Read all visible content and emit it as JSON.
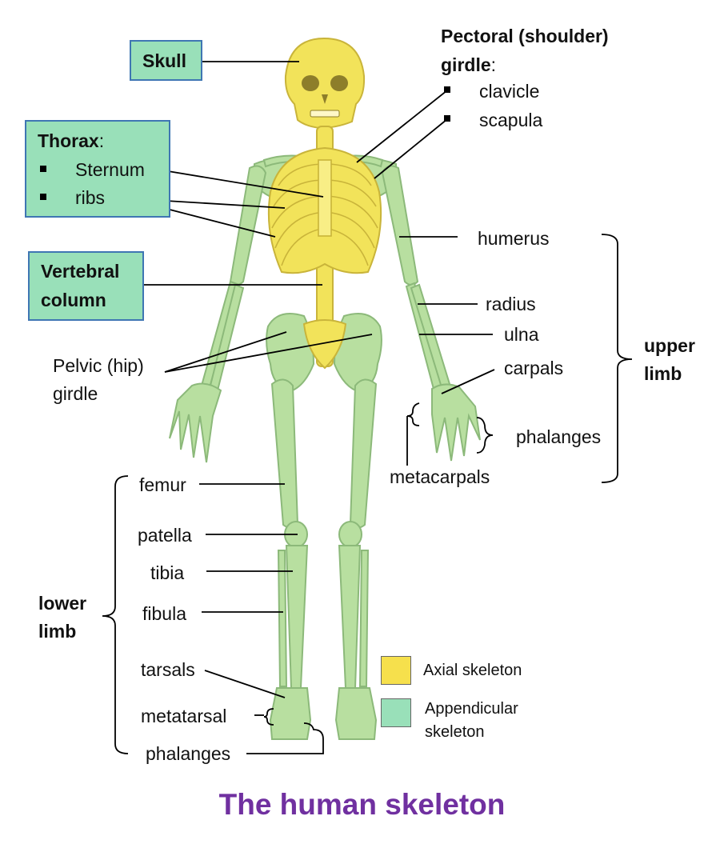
{
  "axial_labels": {
    "skull": "Skull",
    "thorax_title": "Thorax",
    "thorax_colon": ":",
    "sternum": "Sternum",
    "ribs": "ribs",
    "vertebral_line1": "Vertebral",
    "vertebral_line2": "column"
  },
  "pectoral": {
    "title_line1": "Pectoral (shoulder)",
    "title_line2": "girdle",
    "colon": ":",
    "clavicle": "clavicle",
    "scapula": "scapula"
  },
  "upper_limb": {
    "humerus": "humerus",
    "radius": "radius",
    "ulna": "ulna",
    "carpals": "carpals",
    "phalanges": "phalanges",
    "metacarpals": "metacarpals",
    "group_line1": "upper",
    "group_line2": "limb"
  },
  "pelvic": {
    "line1": "Pelvic (hip)",
    "line2": "girdle"
  },
  "lower_limb": {
    "femur": "femur",
    "patella": "patella",
    "tibia": "tibia",
    "fibula": "fibula",
    "tarsals": "tarsals",
    "metatarsal": "metatarsal",
    "phalanges": "phalanges",
    "group_line1": "lower",
    "group_line2": "limb"
  },
  "legend": {
    "axial": {
      "label": "Axial skeleton",
      "color": "#f6e04c"
    },
    "appendicular": {
      "line1": "Appendicular",
      "line2": "skeleton",
      "color": "#99e0b9"
    }
  },
  "colors": {
    "axial_bone": "#f2e35a",
    "axial_outline": "#c9b43a",
    "appendicular_bone": "#b8dfa0",
    "appendicular_outline": "#8cb97a",
    "box_fill": "#99e0b9",
    "box_border": "#3f76b3",
    "caption": "#7030a0"
  },
  "caption": "The human skeleton"
}
